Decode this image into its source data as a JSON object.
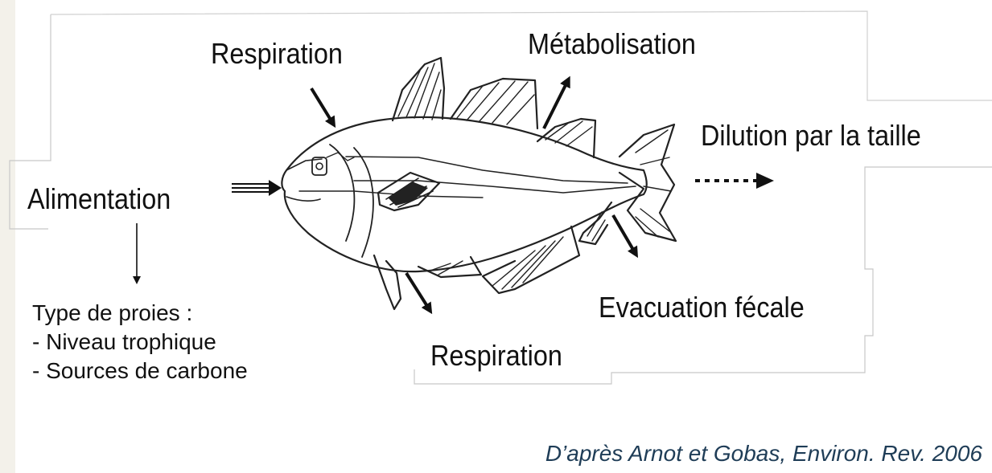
{
  "diagram": {
    "fish_label": "",
    "inputs": {
      "feeding": "Alimentation",
      "respiration_in": "Respiration"
    },
    "outputs": {
      "metabolism": "Métabolisation",
      "growth_dilution": "Dilution par la taille",
      "fecal": "Evacuation fécale",
      "respiration_out": "Respiration"
    },
    "prey": {
      "heading": "Type de proies :",
      "items": [
        "- Niveau trophique",
        "- Sources de carbone"
      ]
    },
    "citation": "D’après Arnot et Gobas, Environ. Rev. 2006"
  },
  "colors": {
    "text": "#111111",
    "citation": "#1f3d57",
    "side_strip": "#f3f1ea",
    "outline": "#c8c8c8"
  }
}
